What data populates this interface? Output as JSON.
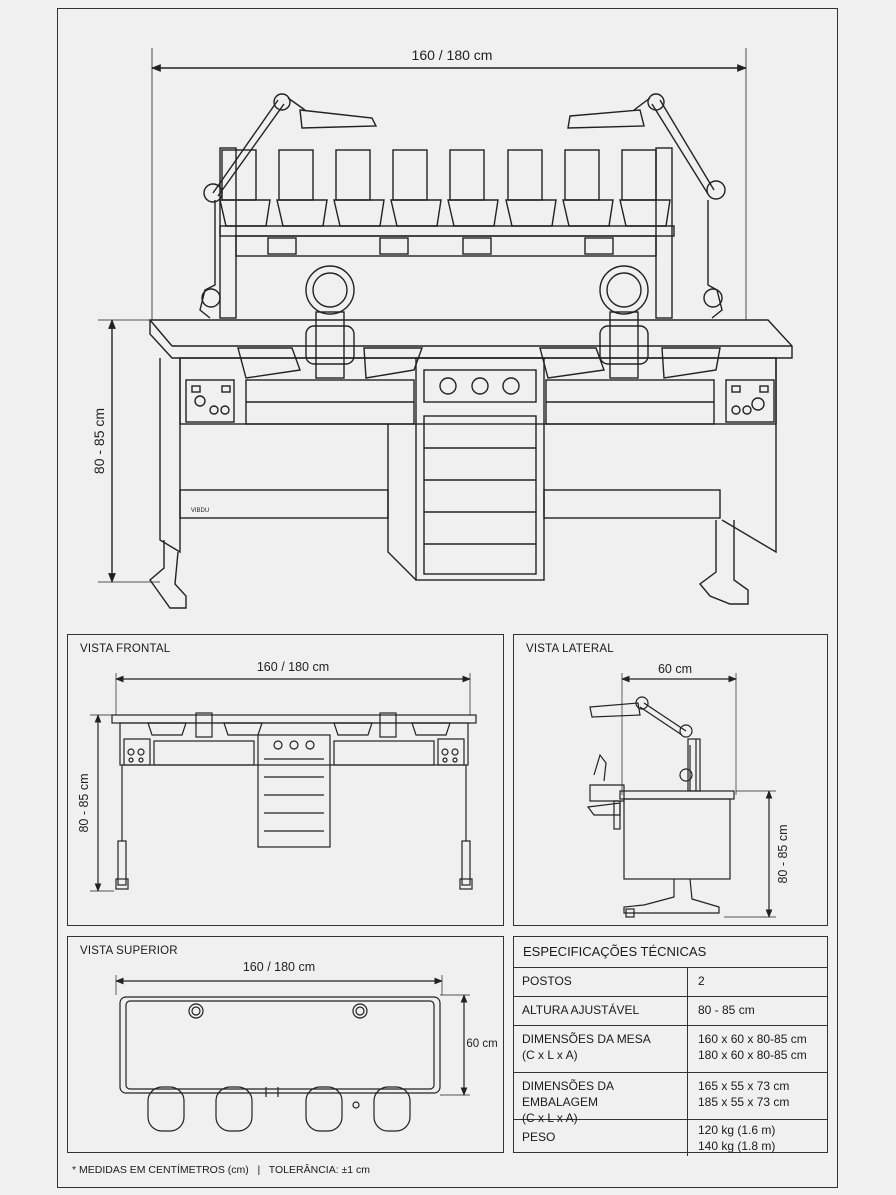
{
  "main_view": {
    "width_label": "160 / 180 cm",
    "height_label": "80 - 85 cm",
    "brand_mark": "VIBDU"
  },
  "front_view": {
    "title": "VISTA FRONTAL",
    "width_label": "160 / 180 cm",
    "height_label": "80 - 85 cm"
  },
  "side_view": {
    "title": "VISTA LATERAL",
    "depth_label": "60 cm",
    "height_label": "80 - 85 cm"
  },
  "top_view": {
    "title": "VISTA SUPERIOR",
    "width_label": "160 / 180 cm",
    "depth_label": "60 cm"
  },
  "specs": {
    "title": "ESPECIFICAÇÕES TÉCNICAS",
    "rows": [
      {
        "label": "POSTOS",
        "value": "2"
      },
      {
        "label": "ALTURA AJUSTÁVEL",
        "value": "80 - 85 cm"
      },
      {
        "label": "DIMENSÕES DA MESA\n(C x L x A)",
        "value": "160 x 60 x 80-85 cm\n180 x 60 x 80-85 cm"
      },
      {
        "label": "DIMENSÕES DA EMBALAGEM\n(C x L x A)",
        "value": "165 x 55 x 73 cm\n185 x 55 x 73 cm"
      },
      {
        "label": "PESO",
        "value": "120 kg (1.6 m)\n140 kg (1.8 m)"
      }
    ]
  },
  "footnote": "* MEDIDAS EM CENTÍMETROS (cm)   |   TOLERÂNCIA: ±1 cm"
}
